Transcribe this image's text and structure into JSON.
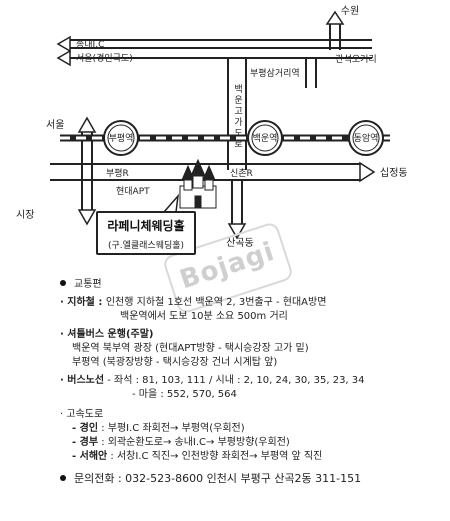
{
  "map": {
    "places": {
      "suwon": "수원",
      "songnae_ic": "송내I.C",
      "seoul_gyeongin": "서울(경인국도)",
      "ganseok_5": "간석오거리",
      "bupyeong_samgeori": "부평삼거리역",
      "baegun_overpass": "백운고가도로",
      "seoul": "서울",
      "sijang": "시장",
      "bupyeong_r": "부평R",
      "sinchon_r": "신촌R",
      "sipjeong": "십정동",
      "hyundai_apt": "현대APT",
      "sangok": "산곡동"
    },
    "stations": {
      "bupyeong": "부평역",
      "baegun": "백운역",
      "dongam": "동암역"
    },
    "venue": {
      "name": "라페니체웨딩홀",
      "former": "(구.엘클래스웨딩홀)"
    },
    "watermark": "Bojagi"
  },
  "info": {
    "transport_title": "교통편",
    "subway_label": "· 지하철 : ",
    "subway_text1": "인천행 지하철 1호선 백운역 2, 3번출구 - 현대A방면",
    "subway_text2": "백운역에서 도보 10분 소요 500m 거리",
    "shuttle_label": "· 셔틀버스 운행(주말)",
    "shuttle_text1": "백운역 북부역 광장 (현대APT방향 - 택시승강장 고가 밑)",
    "shuttle_text2": "부평역 (북광장방향 - 택시승강장 건너 시계탑 앞)",
    "bus_label": "· 버스노선",
    "bus_text1": " - 좌석 : 81, 103, 111 / 시내 : 2, 10, 24, 30, 35, 23, 34",
    "bus_text2": "- 마을 : 552, 570, 564",
    "highway_title": "· 고속도로",
    "gyeongin_label": "- 경인",
    "gyeongin_text": " : 부평I.C 좌회전→ 부평역(우회전)",
    "gyeongbu_label": "- 경부",
    "gyeongbu_text": " : 외곽순환도로→ 송내I.C→ 부평방향(우회전)",
    "seohaean_label": "- 서해안",
    "seohaean_text": " : 서창I.C 직진→ 인천방향 좌회전→ 부평역 앞 직진",
    "contact_label": "문의전화 : 032-523-8600",
    "contact_address": " 인천시 부평구 산곡2동 311-151"
  }
}
